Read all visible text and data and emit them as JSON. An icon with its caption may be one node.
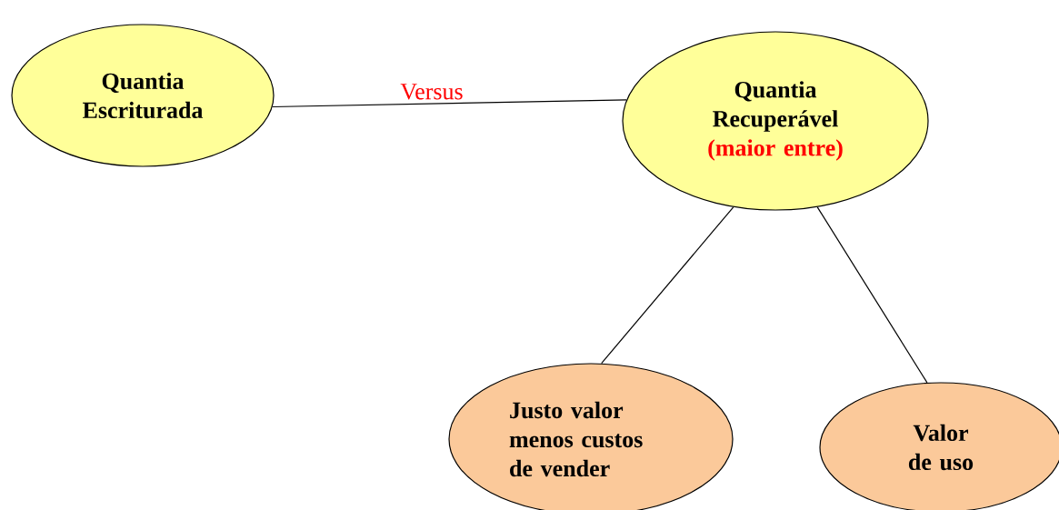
{
  "diagram": {
    "nodes": [
      {
        "text": [
          "Quantia Escriturada"
        ]
      },
      {
        "text": [
          "Quantia Recuperável",
          "(maior entre)"
        ]
      },
      {
        "text": [
          "Justo valor menos custos de vender"
        ]
      },
      {
        "text": [
          "Valor de uso"
        ]
      }
    ],
    "edges": [
      {
        "from": 0,
        "to": 1,
        "arrow": "none",
        "label": "Versus"
      },
      {
        "from": 1,
        "to": 2,
        "arrow": "none"
      },
      {
        "from": 1,
        "to": 3,
        "arrow": "none"
      }
    ]
  }
}
